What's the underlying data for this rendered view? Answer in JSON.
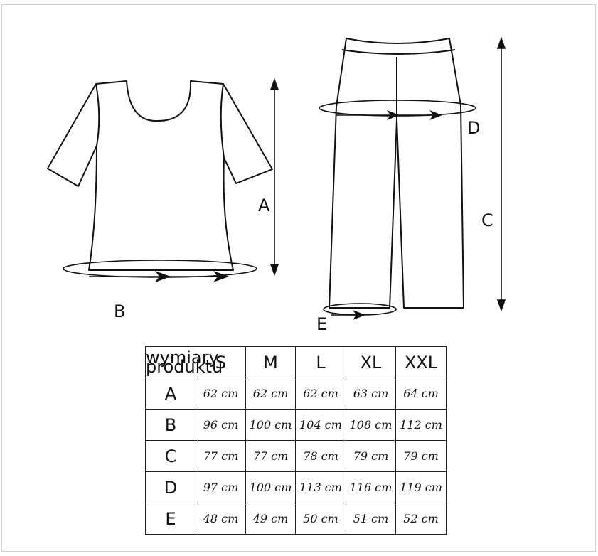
{
  "labels": {
    "A": "A",
    "B": "B",
    "C": "C",
    "D": "D",
    "E": "E"
  },
  "table": {
    "corner_line1": "wymiary",
    "corner_line2": "produktu",
    "sizes": [
      "S",
      "M",
      "L",
      "XL",
      "XXL"
    ],
    "rows": [
      {
        "label": "A",
        "values": [
          "62 cm",
          "62 cm",
          "62 cm",
          "63 cm",
          "64 cm"
        ]
      },
      {
        "label": "B",
        "values": [
          "96 cm",
          "100 cm",
          "104 cm",
          "108 cm",
          "112 cm"
        ]
      },
      {
        "label": "C",
        "values": [
          "77 cm",
          "77 cm",
          "78 cm",
          "79 cm",
          "79 cm"
        ]
      },
      {
        "label": "D",
        "values": [
          "97 cm",
          "100 cm",
          "113 cm",
          "116 cm",
          "119 cm"
        ]
      },
      {
        "label": "E",
        "values": [
          "48 cm",
          "49 cm",
          "50 cm",
          "51 cm",
          "52 cm"
        ]
      }
    ]
  }
}
